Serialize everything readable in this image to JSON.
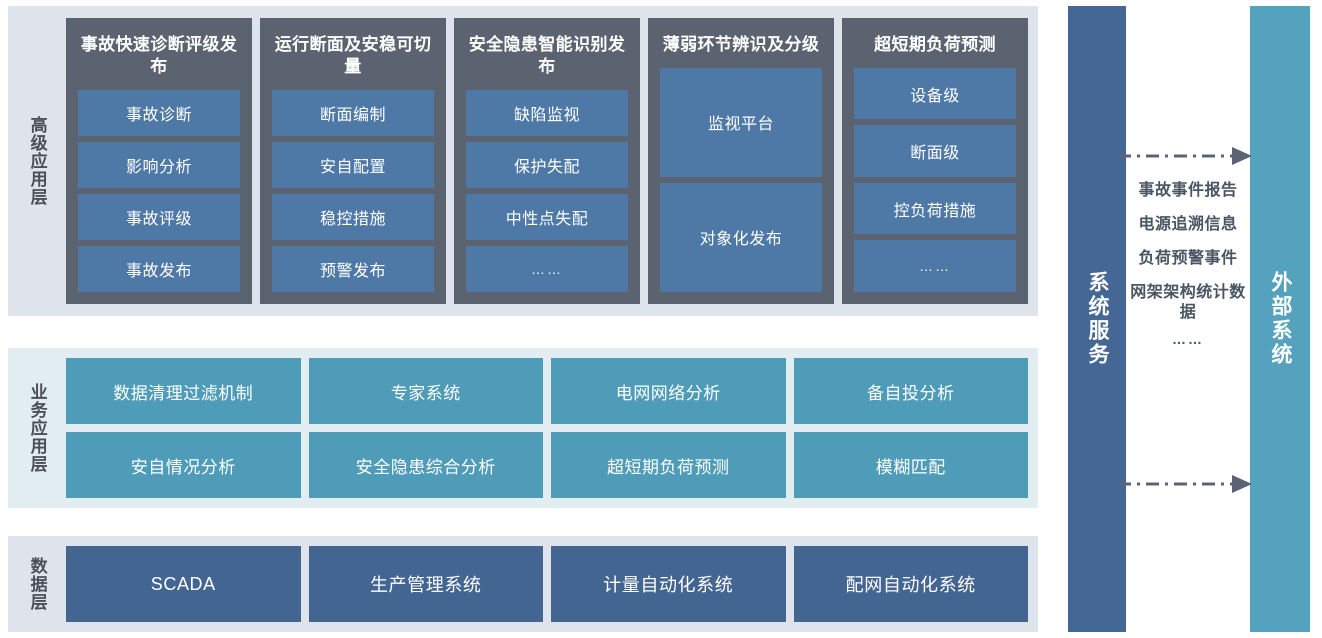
{
  "layers": [
    {
      "id": "advanced",
      "label": "高级应用层",
      "columns": [
        {
          "title": "事故快速诊断评级发布",
          "items": [
            "事故诊断",
            "影响分析",
            "事故评级",
            "事故发布"
          ]
        },
        {
          "title": "运行断面及安稳可切量",
          "items": [
            "断面编制",
            "安自配置",
            "稳控措施",
            "预警发布"
          ]
        },
        {
          "title": "安全隐患智能识别发布",
          "items": [
            "缺陷监视",
            "保护失配",
            "中性点失配",
            "……"
          ]
        },
        {
          "title": "薄弱环节辨识及分级",
          "items": [
            "监视平台",
            "对象化发布"
          ]
        },
        {
          "title": "超短期负荷预测",
          "items": [
            "设备级",
            "断面级",
            "控负荷措施",
            "……"
          ]
        }
      ]
    },
    {
      "id": "business",
      "label": "业务应用层",
      "items": [
        "数据清理过滤机制",
        "专家系统",
        "电网网络分析",
        "备自投分析",
        "安自情况分析",
        "安全隐患综合分析",
        "超短期负荷预测",
        "模糊匹配"
      ]
    },
    {
      "id": "data",
      "label": "数据层",
      "items": [
        "SCADA",
        "生产管理系统",
        "计量自动化系统",
        "配网自动化系统"
      ]
    }
  ],
  "side": {
    "service_label": "系统服务",
    "external_label": "外部系统"
  },
  "flow": {
    "labels": [
      "事故事件报告",
      "电源追溯信息",
      "负荷预警事件",
      "网架架构统计数据"
    ],
    "ellipsis": "……"
  },
  "colors": {
    "panel_bg_slate": "#dee3ec",
    "panel_bg_teal": "#e2edf2",
    "advanced_card": "#5b6270",
    "advanced_item": "#4e79a7",
    "business_item": "#4f9cb8",
    "data_item": "#436591",
    "side_service": "#456795",
    "side_external": "#54a2bd",
    "arrow": "#5a6475",
    "label_text": "#4a4f59"
  }
}
